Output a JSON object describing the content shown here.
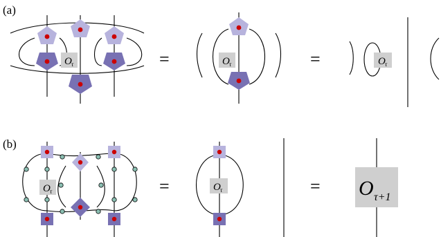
{
  "panels": [
    {
      "label": "(a)",
      "operator": "O",
      "operator_sub": "τ",
      "equals": [
        "=",
        "="
      ]
    },
    {
      "label": "(b)",
      "operator": "O",
      "operator_sub": "τ",
      "equals": [
        "=",
        "="
      ],
      "result_operator": "O",
      "result_sub": "τ+1"
    }
  ],
  "colors": {
    "light_tensor": "#b7b3dd",
    "dark_tensor": "#7871b3",
    "operator_box": "#cfcfcf",
    "center_dot": "#cc0000",
    "gate_dot": "#8bbfb2"
  }
}
